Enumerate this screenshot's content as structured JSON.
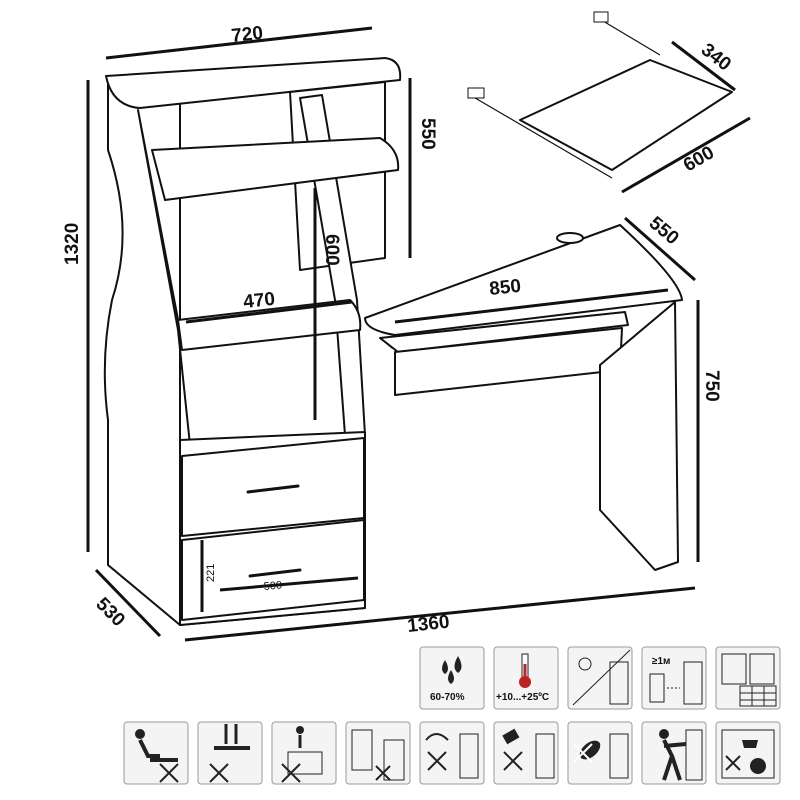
{
  "dimensions": {
    "top_width": "720",
    "height_total": "1320",
    "upper_shelf_height": "550",
    "inner_shelf_height": "600",
    "shelf_width": "470",
    "desk_width": "850",
    "desk_depth": "550",
    "desk_height": "750",
    "base_depth": "530",
    "total_width": "1360",
    "drawer_height": "221",
    "drawer_width": "500",
    "tray_depth": "340",
    "tray_width": "600"
  },
  "care_icons": {
    "humidity": "60-70%",
    "temperature": "+10...+25ºC",
    "heater_distance": "≥1м"
  },
  "icon_names": [
    "humidity-icon",
    "temperature-icon",
    "sunlight-icon",
    "heater-distance-icon",
    "window-grid-icon",
    "no-sitting-icon",
    "no-standing-icon",
    "no-climbing-icon",
    "no-door-hanging-icon",
    "no-liquid-icon",
    "no-spray-icon",
    "no-abrasive-icon",
    "no-pushing-icon",
    "no-heavy-load-icon"
  ]
}
